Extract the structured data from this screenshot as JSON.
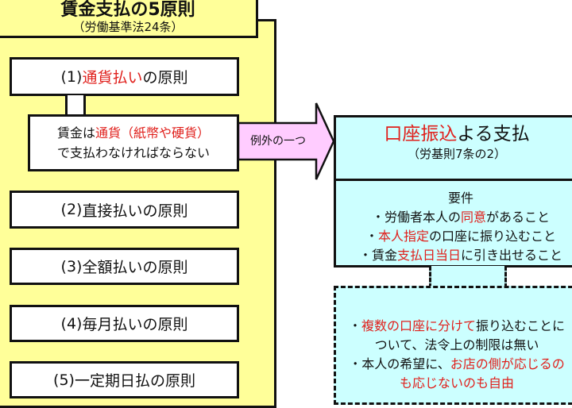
{
  "left": {
    "title": "賃金支払の5原則",
    "subtitle": "（労働基準法24条）",
    "principles": [
      {
        "num": "(1)",
        "highlight": "通貨払い",
        "rest": "の原則"
      },
      {
        "num": "(2)",
        "text": "直接払いの原則"
      },
      {
        "num": "(3)",
        "text": "全額払いの原則"
      },
      {
        "num": "(4)",
        "text": "毎月払いの原則"
      },
      {
        "num": "(5)",
        "text": "一定期日払の原則"
      }
    ],
    "detail": {
      "a": "賃金は",
      "b": "通貨（紙幣や硬貨）",
      "c": "で支払わなければならない"
    }
  },
  "arrow": {
    "label": "例外の一つ"
  },
  "right": {
    "title_red": "口座振込",
    "title_rest": "よる支払",
    "subtitle": "（労基則7条の2）",
    "req_label": "要件",
    "reqs": [
      {
        "a": "・労働者本人の",
        "b": "同意",
        "c": "があること"
      },
      {
        "a": "・",
        "b": "本人指定",
        "c": "の口座に振り込むこと"
      },
      {
        "a": "・賃金",
        "b": "支払日当日",
        "c": "に引き出せること"
      }
    ]
  },
  "notes": {
    "l1a": "・",
    "l1b": "複数の口座に分けて",
    "l1c": "振り込むことに",
    "l2": "ついて、法令上の制限は無い",
    "l3a": "・本人の希望に、",
    "l3b": "お店の側が応じるの",
    "l4": "も応じないのも自由"
  },
  "colors": {
    "yellow": "#ffff99",
    "cyan": "#ccffff",
    "pink": "#ffccff",
    "red": "#e0201c"
  }
}
